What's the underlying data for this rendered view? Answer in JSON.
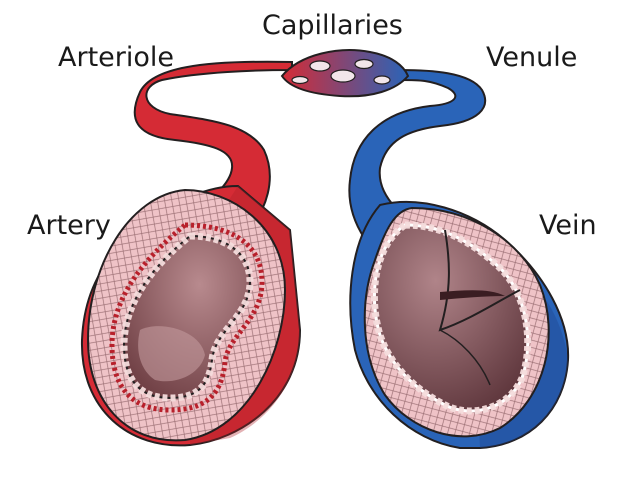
{
  "labels": {
    "capillaries": "Capillaries",
    "arteriole": "Arteriole",
    "venule": "Venule",
    "artery": "Artery",
    "vein": "Vein"
  },
  "colors": {
    "artery_red": "#d52b35",
    "artery_dark": "#9b1a22",
    "vein_blue": "#2a64b8",
    "vein_dark": "#1c3f86",
    "wall_pink": "#e9b7bd",
    "lumen_brown": "#7a4a4f",
    "outline": "#231f20"
  }
}
